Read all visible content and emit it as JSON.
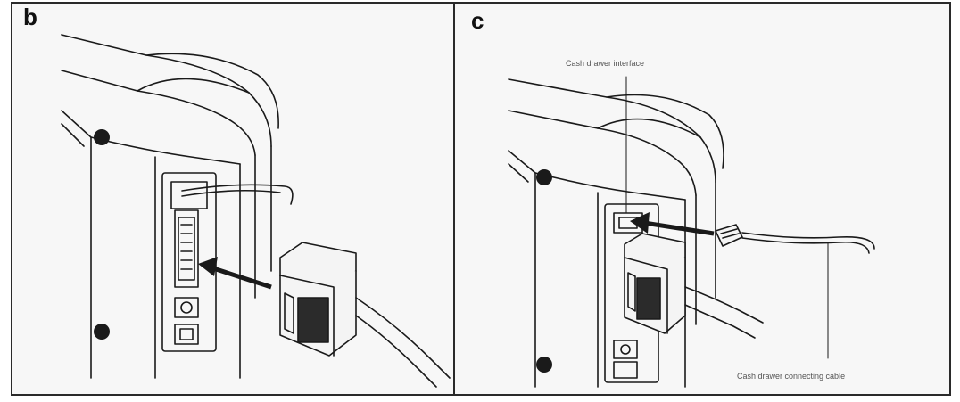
{
  "panels": [
    {
      "letter": "b"
    },
    {
      "letter": "c"
    }
  ],
  "callouts": {
    "interface": "Cash drawer interface",
    "cable": "Cash drawer connecting cable"
  },
  "colors": {
    "line": "#1a1a1a",
    "body_fill": "#efefef",
    "panel_bg": "#f7f7f7",
    "connector_dark": "#2b2b2b"
  }
}
